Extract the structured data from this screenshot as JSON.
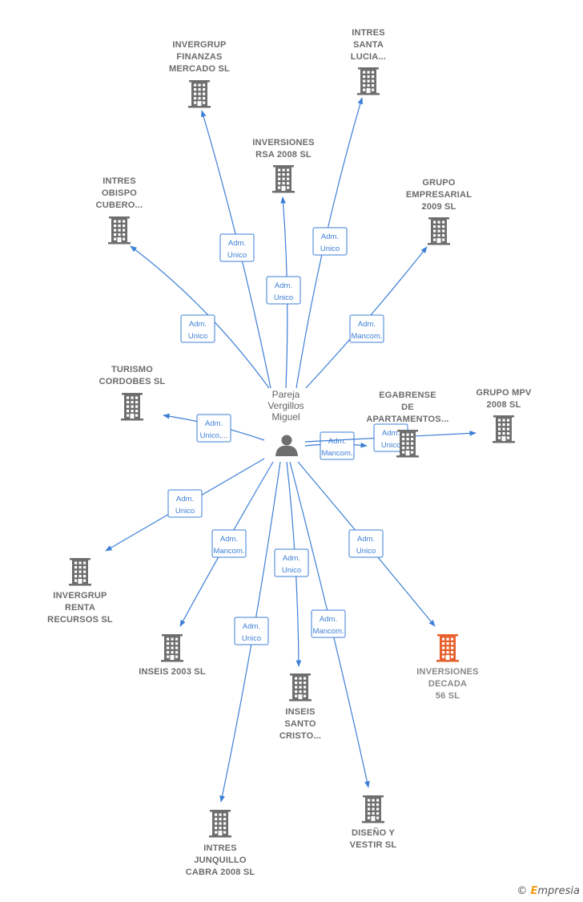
{
  "person": {
    "name_lines": [
      "Pareja",
      "Vergillos",
      "Miguel"
    ]
  },
  "companies": [
    {
      "id": "invergrup-finanzas",
      "lines": [
        "INVERGRUP",
        "FINANZAS",
        "MERCADO SL"
      ]
    },
    {
      "id": "intres-santa-lucia",
      "lines": [
        "INTRES",
        "SANTA",
        "LUCIA..."
      ]
    },
    {
      "id": "inversiones-rsa",
      "lines": [
        "INVERSIONES",
        "RSA 2008 SL"
      ]
    },
    {
      "id": "intres-obispo",
      "lines": [
        "INTRES",
        "OBISPO",
        "CUBERO..."
      ]
    },
    {
      "id": "grupo-empresarial",
      "lines": [
        "GRUPO",
        "EMPRESARIAL",
        "2009 SL"
      ]
    },
    {
      "id": "turismo-cordobes",
      "lines": [
        "TURISMO",
        "CORDOBES SL"
      ]
    },
    {
      "id": "egabrense",
      "lines": [
        "EGABRENSE",
        "DE",
        "APARTAMENTOS..."
      ]
    },
    {
      "id": "grupo-mpv",
      "lines": [
        "GRUPO MPV",
        "2008 SL"
      ]
    },
    {
      "id": "invergrup-renta",
      "lines": [
        "INVERGRUP",
        "RENTA",
        "RECURSOS SL"
      ]
    },
    {
      "id": "inseis-2003",
      "lines": [
        "INSEIS 2003 SL"
      ]
    },
    {
      "id": "inversiones-decada",
      "lines": [
        "INVERSIONES",
        "DECADA",
        "56 SL"
      ],
      "highlight": true
    },
    {
      "id": "inseis-santo",
      "lines": [
        "INSEIS",
        "SANTO",
        "CRISTO..."
      ]
    },
    {
      "id": "intres-junquillo",
      "lines": [
        "INTRES",
        "JUNQUILLO",
        "CABRA 2008 SL"
      ]
    },
    {
      "id": "diseno-vestir",
      "lines": [
        "DISEÑO Y",
        "VESTIR SL"
      ]
    }
  ],
  "relations": [
    {
      "target": "invergrup-finanzas",
      "lines": [
        "Adm.",
        "Unico"
      ]
    },
    {
      "target": "intres-santa-lucia",
      "lines": [
        "Adm.",
        "Unico"
      ]
    },
    {
      "target": "inversiones-rsa",
      "lines": [
        "Adm.",
        "Unico"
      ]
    },
    {
      "target": "intres-obispo",
      "lines": [
        "Adm.",
        "Unico"
      ]
    },
    {
      "target": "grupo-empresarial",
      "lines": [
        "Adm.",
        "Mancom."
      ]
    },
    {
      "target": "turismo-cordobes",
      "lines": [
        "Adm.",
        "Unico,..."
      ]
    },
    {
      "target": "egabrense",
      "lines": [
        "Adm.",
        "Mancom."
      ]
    },
    {
      "target": "grupo-mpv",
      "lines": [
        "Adm.",
        "Unico"
      ]
    },
    {
      "target": "invergrup-renta",
      "lines": [
        "Adm.",
        "Unico"
      ]
    },
    {
      "target": "inseis-2003",
      "lines": [
        "Adm.",
        "Mancom."
      ]
    },
    {
      "target": "inseis-santo",
      "lines": [
        "Adm.",
        "Unico"
      ]
    },
    {
      "target": "inversiones-decada",
      "lines": [
        "Adm.",
        "Unico"
      ]
    },
    {
      "target": "intres-junquillo",
      "lines": [
        "Adm.",
        "Unico"
      ]
    },
    {
      "target": "diseno-vestir",
      "lines": [
        "Adm.",
        "Mancom."
      ]
    }
  ],
  "colors": {
    "edge": "#3d7fd6",
    "building": "#6e6e6e",
    "highlight": "#e8602c"
  },
  "footer": {
    "copyright_symbol": "©",
    "brand_initial": "E",
    "brand_rest": "mpresia"
  }
}
